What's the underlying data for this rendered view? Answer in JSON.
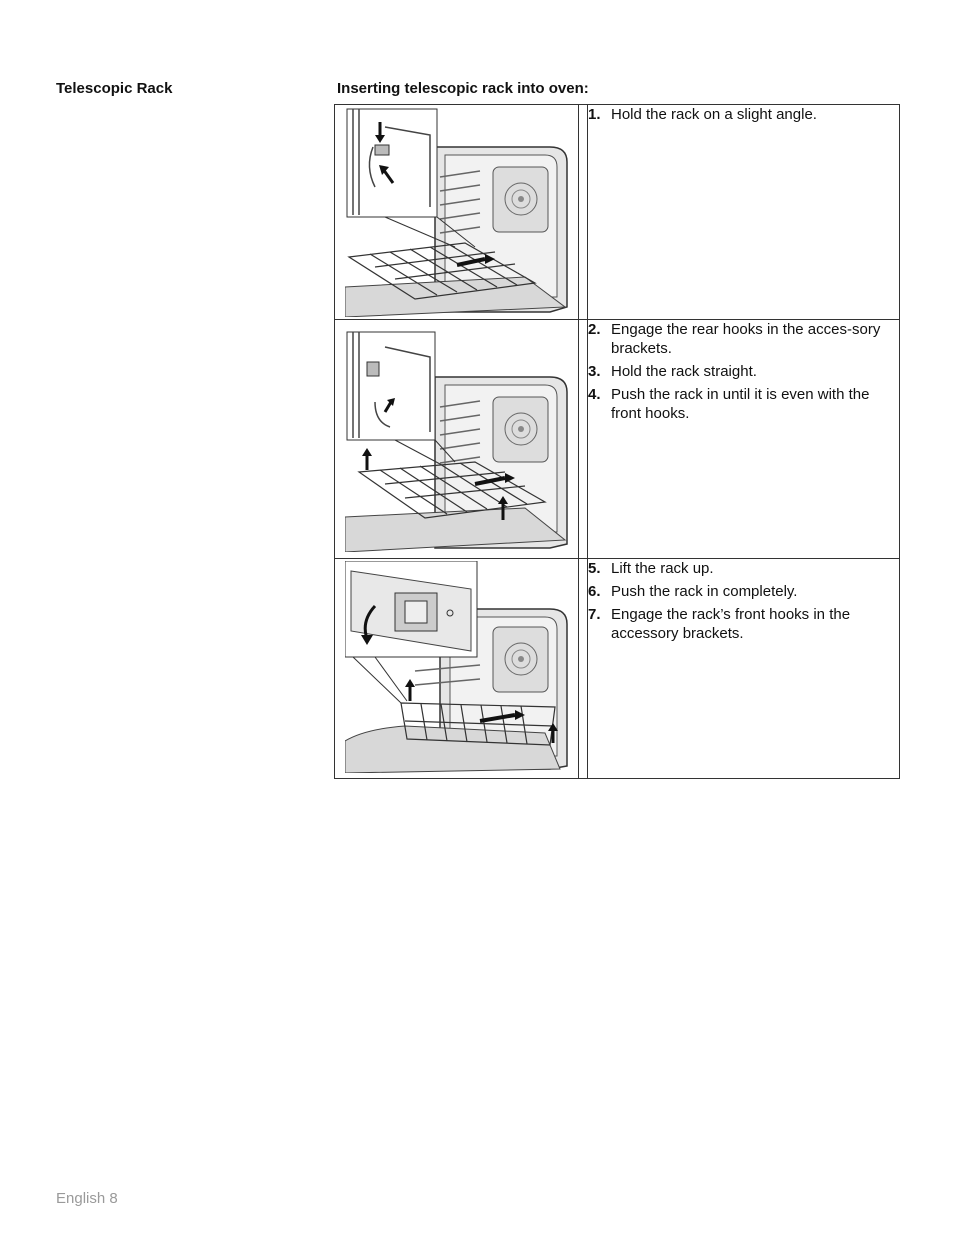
{
  "section_title": "Telescopic Rack",
  "procedure_title": "Inserting telescopic rack into oven:",
  "rows": [
    {
      "figure_icon": "oven-rack-angle-illustration",
      "items": [
        {
          "num": "1.",
          "text": "Hold the rack on a slight angle."
        }
      ]
    },
    {
      "figure_icon": "oven-rack-rear-hooks-illustration",
      "items": [
        {
          "num": "2.",
          "text": "Engage the rear hooks in the acces-sory brackets."
        },
        {
          "num": "3.",
          "text": "Hold the rack straight."
        },
        {
          "num": "4.",
          "text": "Push the rack in until it is even with the front hooks."
        }
      ]
    },
    {
      "figure_icon": "oven-rack-front-hooks-illustration",
      "items": [
        {
          "num": "5.",
          "text": "Lift the rack up."
        },
        {
          "num": "6.",
          "text": "Push the rack in completely."
        },
        {
          "num": "7.",
          "text": "Engage the rack’s front hooks in the accessory brackets."
        }
      ]
    }
  ],
  "footer": "English 8"
}
